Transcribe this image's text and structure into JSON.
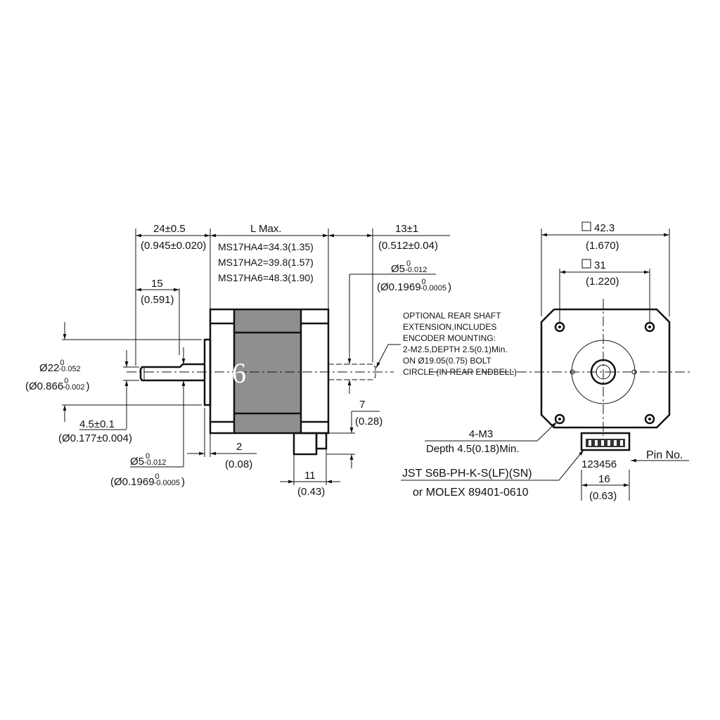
{
  "side_view": {
    "dim_front_length": "24±0.5",
    "dim_front_length_in": "(0.945±0.020)",
    "dim_l_max": "L Max.",
    "models": [
      "MS17HA4=34.3(1.35)",
      "MS17HA2=39.8(1.57)",
      "MS17HA6=48.3(1.90)"
    ],
    "dim_rear_length": "13±1",
    "dim_rear_length_in": "(0.512±0.04)",
    "rear_shaft_dia": "Ø5",
    "rear_shaft_tol_upper": "0",
    "rear_shaft_tol_lower": "-0.012",
    "rear_shaft_dia_in": "(Ø0.1969",
    "rear_shaft_tol_in_upper": "0",
    "rear_shaft_tol_in_lower": "-0.0005",
    "rear_shaft_dia_in_close": ")",
    "dim_flat": "15",
    "dim_flat_in": "(0.591)",
    "boss_dia": "Ø22",
    "boss_tol_upper": "0",
    "boss_tol_lower": "-0.052",
    "boss_dia_in": "(Ø0.866",
    "boss_tol_in_upper": "0",
    "boss_tol_in_lower": "-0.002",
    "boss_dia_in_close": ")",
    "dim_flat_depth": "4.5±0.1",
    "dim_flat_depth_in": "(Ø0.177±0.004)",
    "shaft_dia": "Ø5",
    "shaft_tol_upper": "0",
    "shaft_tol_lower": "-0.012",
    "shaft_dia_in": "(Ø0.1969",
    "shaft_tol_in_upper": "0",
    "shaft_tol_in_lower": "-0.0005",
    "shaft_dia_in_close": ")",
    "dim_boss_height": "2",
    "dim_boss_height_in": "(0.08)",
    "dim_conn_height": "7",
    "dim_conn_height_in": "(0.28)",
    "dim_conn_width": "11",
    "dim_conn_width_in": "(0.43)",
    "rear_note": [
      "OPTIONAL REAR SHAFT",
      "EXTENSION,INCLUDES",
      "ENCODER MOUNTING:",
      "2-M2.5,DEPTH 2.5(0.1)Min.",
      "ON Ø19.05(0.75) BOLT",
      "CIRCLE (IN REAR ENDBELL)"
    ],
    "watermark": "6"
  },
  "front_view": {
    "dim_square": "42.3",
    "dim_square_in": "(1.670)",
    "dim_hole_spacing": "31",
    "dim_hole_spacing_in": "(1.220)",
    "hole_label": "4-M3",
    "hole_depth": "Depth 4.5(0.18)Min.",
    "connector": "JST S6B-PH-K-S(LF)(SN)",
    "connector_alt": "or MOLEX 89401-0610",
    "pin_numbers": "123456",
    "pin_label": "Pin No.",
    "dim_conn": "16",
    "dim_conn_in": "(0.63)"
  }
}
